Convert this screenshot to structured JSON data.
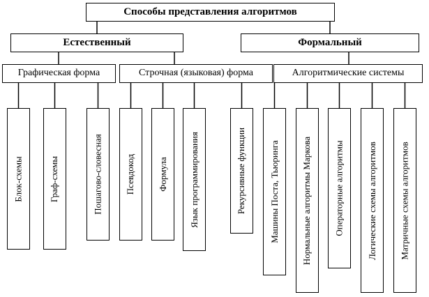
{
  "diagram": {
    "root": "Способы представления алгоритмов",
    "natural": {
      "label": "Естественный",
      "graphic_form": {
        "label": "Графическая форма",
        "items": {
          "block": "Блок-схемы",
          "graph": "Граф-схемы"
        }
      },
      "line_form": {
        "label": "Строчная (языковая) форма",
        "items": {
          "stepwise": "Пошагово-словесная",
          "pseudocode": "Псевдокод",
          "formula": "Формула",
          "language": "Язык программирования"
        }
      }
    },
    "formal": {
      "label": "Формальный",
      "algo_systems": {
        "label": "Алгоритмические системы",
        "items": {
          "recursive": "Рекурсивные функции",
          "machines": "Машины Поста, Тьюринга",
          "markov": "Нормальные алгоритмы Маркова",
          "operator": "Операторные алгоритмы",
          "logical": "Логические схемы алгоритмов",
          "matrix": "Матричные схемы алгоритмов"
        }
      }
    }
  }
}
